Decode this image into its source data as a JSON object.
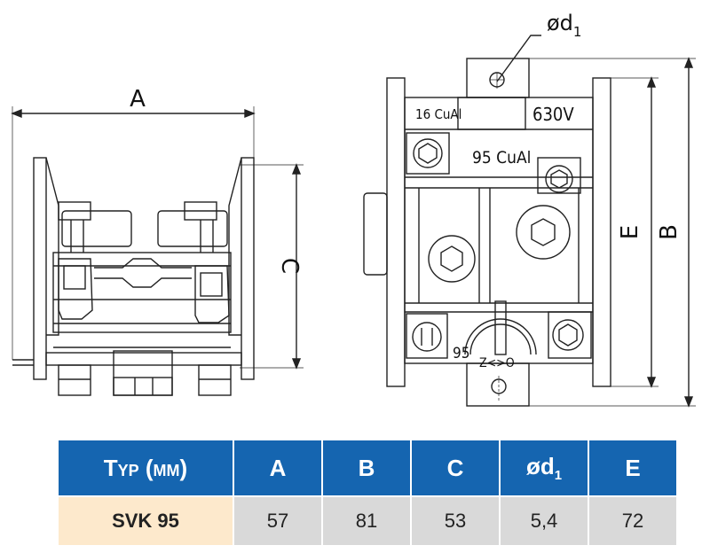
{
  "drawing": {
    "left_view": {
      "dim_width_label": "A",
      "dim_height_label": "C"
    },
    "right_view": {
      "dim_hole_label": "ød",
      "dim_hole_sub": "1",
      "dim_inner_height_label": "E",
      "dim_outer_height_label": "B",
      "marking_top_left": "16 CuAl",
      "marking_voltage": "630V",
      "marking_main": "95 CuAl",
      "marking_bottom": "95",
      "marking_bottom_right": "Z<>O"
    }
  },
  "table": {
    "headers": [
      "Typ (mm)",
      "A",
      "B",
      "C",
      "ød",
      "E"
    ],
    "header_subscript": "1",
    "rows": [
      {
        "type": "SVK 95",
        "A": "57",
        "B": "81",
        "C": "53",
        "d1": "5,4",
        "E": "72"
      }
    ]
  }
}
